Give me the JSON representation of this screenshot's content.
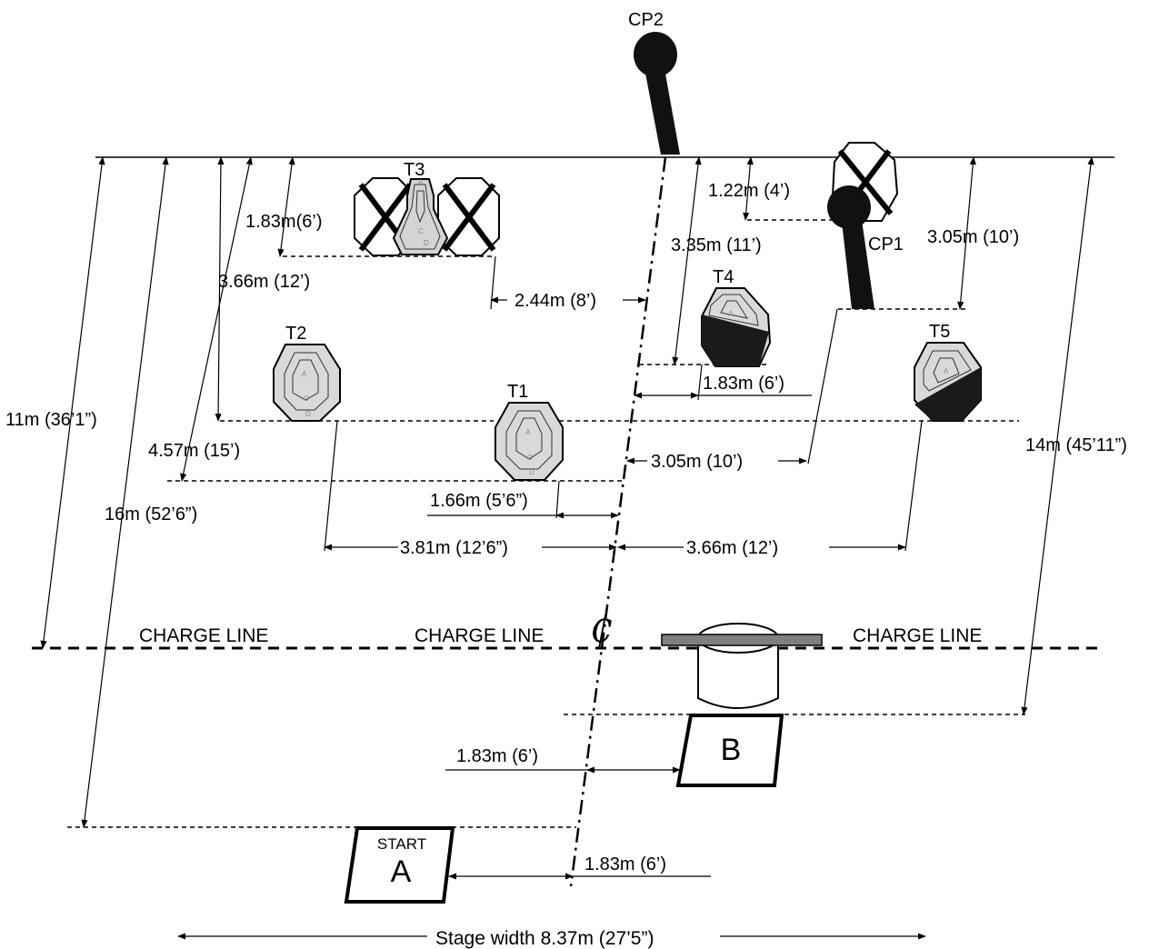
{
  "targets": {
    "t1": "T1",
    "t2": "T2",
    "t3": "T3",
    "t4": "T4",
    "t5": "T5"
  },
  "props": {
    "cp1": "CP1",
    "cp2": "CP2"
  },
  "zones": {
    "a": "A",
    "c": "C",
    "d": "D"
  },
  "boxes": {
    "start_label": "START",
    "a": "A",
    "b": "B"
  },
  "charge_line": "CHARGE LINE",
  "centerline_symbol": "₵",
  "measurements": {
    "t3_depth": "1.83m(6’)",
    "t2_depth": "3.66m (12’)",
    "t1_depth": "4.57m (15’)",
    "charge_depth": "11m (36’1”)",
    "start_depth": "16m (52’6”)",
    "b_depth": "14m (45’11”)",
    "t3_offset": "2.44m (8’)",
    "t4_depth": "3.35m (11’)",
    "cp1_depth": "1.22m (4’)",
    "t5_depth": "3.05m (10’)",
    "t4_offset": "1.83m (6’)",
    "cp1_offset": "3.05m (10’)",
    "t1_offset": "1.66m (5’6”)",
    "t2_offset": "3.81m (12’6”)",
    "t5_offset": "3.66m (12’)",
    "b_offset": "1.83m (6’)",
    "a_offset": "1.83m (6’)",
    "stage_width": "Stage width 8.37m (27’5”)"
  }
}
